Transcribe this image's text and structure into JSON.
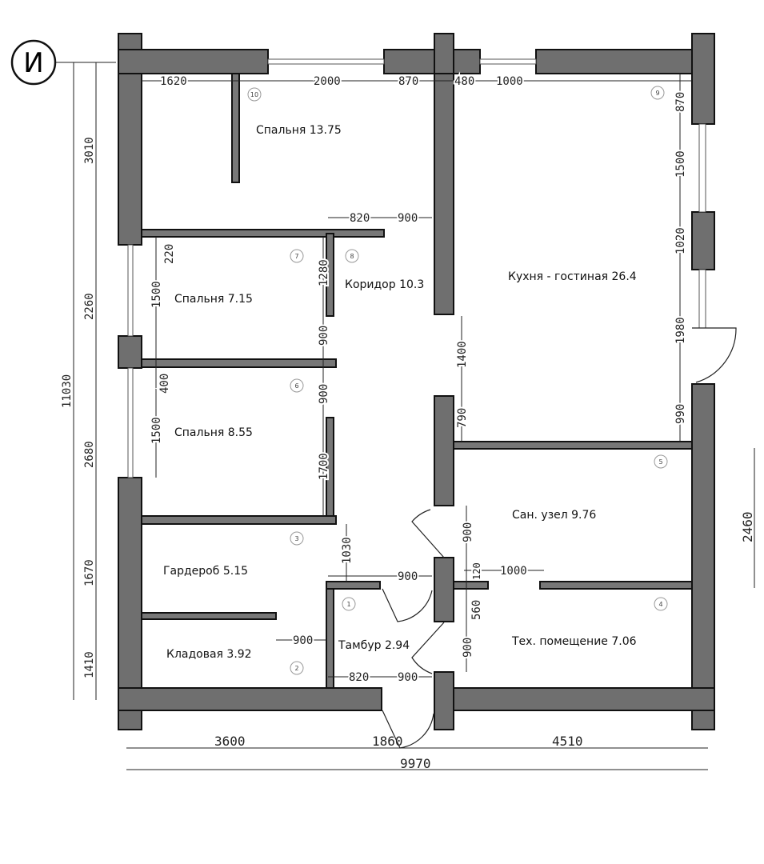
{
  "axis_marker": "И",
  "rooms": [
    {
      "number": "10",
      "label": "Спальня 13.75"
    },
    {
      "number": "9",
      "label": "Кухня - гостиная 26.4"
    },
    {
      "number": "7",
      "label": "Спальня 7.15"
    },
    {
      "number": "8",
      "label": "Коридор 10.3"
    },
    {
      "number": "6",
      "label": "Спальня 8.55"
    },
    {
      "number": "5",
      "label": "Сан. узел 9.76"
    },
    {
      "number": "3",
      "label": "Гардероб 5.15"
    },
    {
      "number": "4",
      "label": "Тех. помещение 7.06"
    },
    {
      "number": "2",
      "label": "Кладовая 3.92"
    },
    {
      "number": "1",
      "label": "Тамбур 2.94"
    }
  ],
  "dimensions": {
    "top": [
      "1620",
      "2000",
      "870",
      "480",
      "1000"
    ],
    "right": [
      "870",
      "1500",
      "1020",
      "1980",
      "990"
    ],
    "right_outer": "2460",
    "left_total": "11030",
    "left": [
      "3010",
      "2260",
      "2680",
      "1670",
      "1410"
    ],
    "inner": [
      "820",
      "900",
      "220",
      "1500",
      "1280",
      "900",
      "400",
      "900",
      "1500",
      "1700",
      "1400",
      "790",
      "900",
      "1030",
      "900",
      "120",
      "1000",
      "560",
      "900",
      "900",
      "820",
      "900"
    ],
    "bottom": [
      "3600",
      "1860",
      "4510"
    ],
    "bottom_total": "9970"
  }
}
